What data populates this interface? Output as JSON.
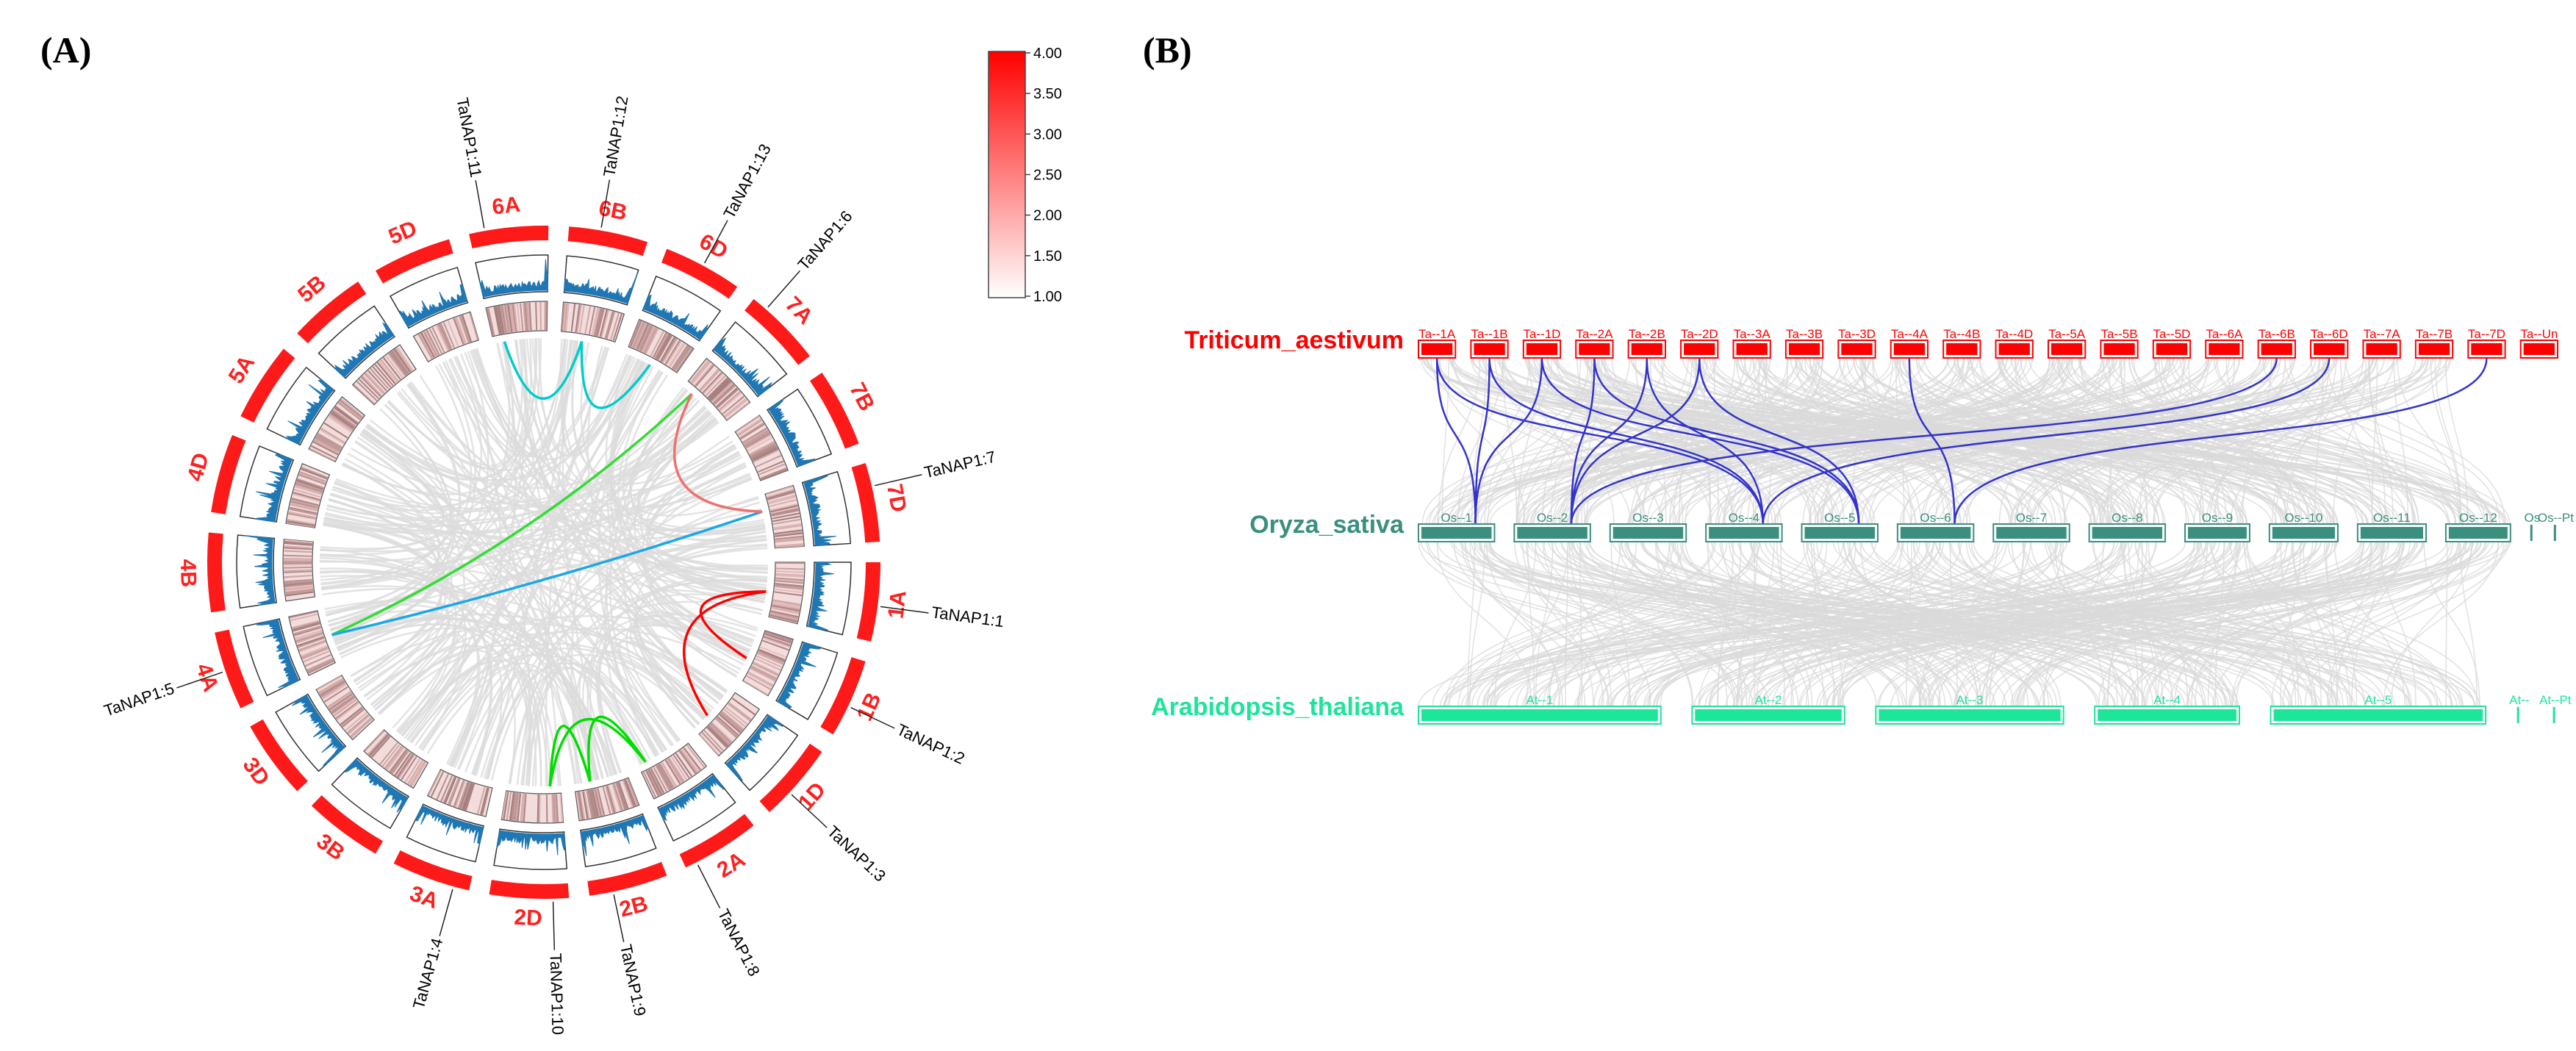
{
  "panels": {
    "a_label": "(A)",
    "b_label": "(B)"
  },
  "colors": {
    "ideogram": "#ff1a1a",
    "density_line": "#1f77b4",
    "link_gray": "#dcdcdc",
    "wheat": "#ff0000",
    "rice": "#3a8f7f",
    "arabidopsis": "#1de59a",
    "collinear_link": "#3333cc"
  },
  "legend": {
    "ticks": [
      "4.00",
      "3.50",
      "3.00",
      "2.50",
      "2.00",
      "1.50",
      "1.00"
    ]
  },
  "circos": {
    "chromosomes": [
      "1A",
      "1B",
      "1D",
      "2A",
      "2B",
      "2D",
      "3A",
      "3B",
      "3D",
      "4A",
      "4B",
      "4D",
      "5A",
      "5B",
      "5D",
      "6A",
      "6B",
      "6D",
      "7A",
      "7B",
      "7D"
    ],
    "genes": [
      {
        "label": "TaNAP1:1",
        "chr": "1A"
      },
      {
        "label": "TaNAP1:2",
        "chr": "1B"
      },
      {
        "label": "TaNAP1:3",
        "chr": "1D"
      },
      {
        "label": "TaNAP1:8",
        "chr": "2A"
      },
      {
        "label": "TaNAP1:9",
        "chr": "2B"
      },
      {
        "label": "TaNAP1:10",
        "chr": "2D"
      },
      {
        "label": "TaNAP1:4",
        "chr": "3A"
      },
      {
        "label": "TaNAP1:5",
        "chr": "4A"
      },
      {
        "label": "TaNAP1:11",
        "chr": "6A"
      },
      {
        "label": "TaNAP1:12",
        "chr": "6B"
      },
      {
        "label": "TaNAP1:13",
        "chr": "6D"
      },
      {
        "label": "TaNAP1:6",
        "chr": "7A"
      },
      {
        "label": "TaNAP1:7",
        "chr": "7D"
      }
    ],
    "links": [
      {
        "from": "1A",
        "to": "1B",
        "color": "#ff0000"
      },
      {
        "from": "1A",
        "to": "1D",
        "color": "#ff0000"
      },
      {
        "from": "2D",
        "to": "2A",
        "color": "#00dd00"
      },
      {
        "from": "2B",
        "to": "2A",
        "color": "#00dd00"
      },
      {
        "from": "2D",
        "to": "2B",
        "color": "#00dd00"
      },
      {
        "from": "6A",
        "to": "6B",
        "color": "#00cccc"
      },
      {
        "from": "6B",
        "to": "6D",
        "color": "#00cccc"
      },
      {
        "from": "4A",
        "to": "7A",
        "color": "#33dd33"
      },
      {
        "from": "4A",
        "to": "7D",
        "color": "#1ea7e6"
      },
      {
        "from": "7A",
        "to": "7D",
        "color": "#f07070"
      }
    ]
  },
  "synteny": {
    "species": [
      {
        "name": "Triticum_aestivum",
        "color": "#ff0000"
      },
      {
        "name": "Oryza_sativa",
        "color": "#3a8f7f"
      },
      {
        "name": "Arabidopsis_thaliana",
        "color": "#1de59a"
      }
    ],
    "wheat_chroms": [
      "Ta--1A",
      "Ta--1B",
      "Ta--1D",
      "Ta--2A",
      "Ta--2B",
      "Ta--2D",
      "Ta--3A",
      "Ta--3B",
      "Ta--3D",
      "Ta--4A",
      "Ta--4B",
      "Ta--4D",
      "Ta--5A",
      "Ta--5B",
      "Ta--5D",
      "Ta--6A",
      "Ta--6B",
      "Ta--6D",
      "Ta--7A",
      "Ta--7B",
      "Ta--7D",
      "Ta--Un"
    ],
    "rice_chroms": [
      "Os--1",
      "Os--2",
      "Os--3",
      "Os--4",
      "Os--5",
      "Os--6",
      "Os--7",
      "Os--8",
      "Os--9",
      "Os--10",
      "Os--11",
      "Os--12",
      "Os",
      "Os--Pt"
    ],
    "arab_chroms": [
      "At--1",
      "At--2",
      "At--3",
      "At--4",
      "At--5",
      "At--",
      "At--Pt"
    ],
    "links": [
      {
        "from": "Ta--1A",
        "to": "Os--1"
      },
      {
        "from": "Ta--1A",
        "to": "Os--4"
      },
      {
        "from": "Ta--1B",
        "to": "Os--1"
      },
      {
        "from": "Ta--1B",
        "to": "Os--4"
      },
      {
        "from": "Ta--1D",
        "to": "Os--1"
      },
      {
        "from": "Ta--1D",
        "to": "Os--5"
      },
      {
        "from": "Ta--2A",
        "to": "Os--2"
      },
      {
        "from": "Ta--2A",
        "to": "Os--5"
      },
      {
        "from": "Ta--2B",
        "to": "Os--2"
      },
      {
        "from": "Ta--2B",
        "to": "Os--4"
      },
      {
        "from": "Ta--2D",
        "to": "Os--2"
      },
      {
        "from": "Ta--2D",
        "to": "Os--5"
      },
      {
        "from": "Ta--4A",
        "to": "Os--6"
      },
      {
        "from": "Ta--6B",
        "to": "Os--2"
      },
      {
        "from": "Ta--6D",
        "to": "Os--4"
      },
      {
        "from": "Ta--7D",
        "to": "Os--6"
      }
    ]
  }
}
